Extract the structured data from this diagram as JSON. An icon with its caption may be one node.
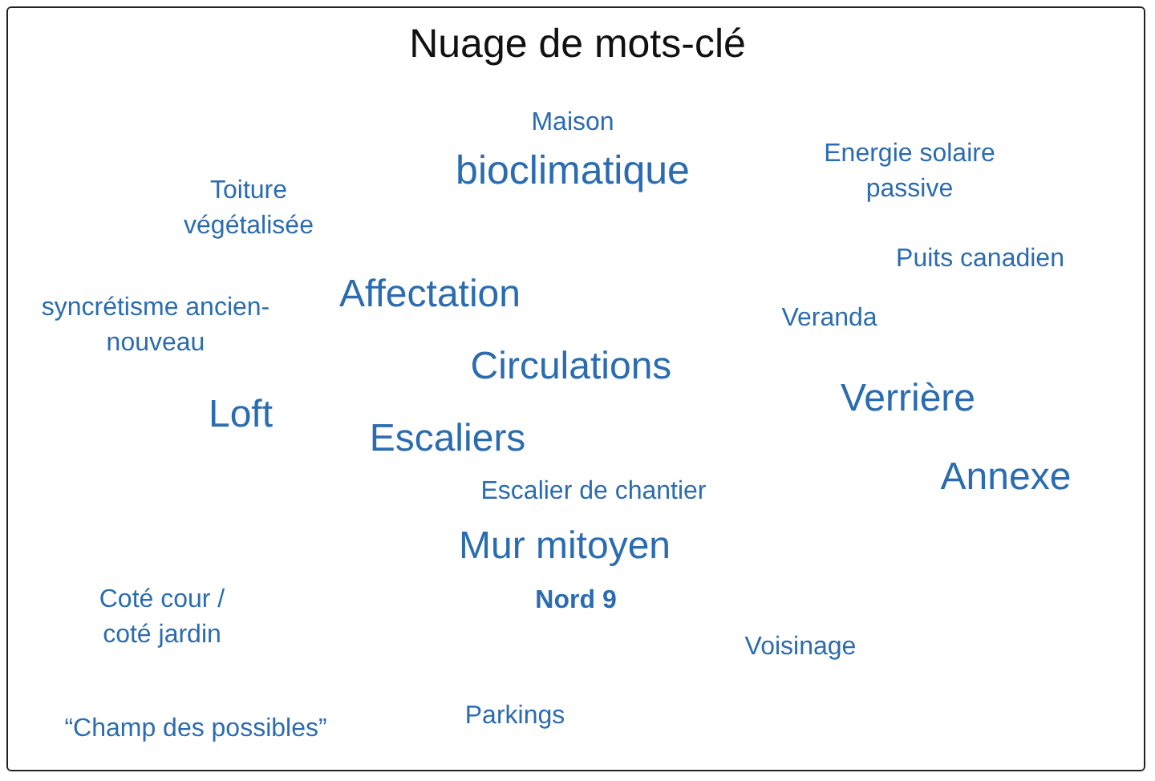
{
  "diagram": {
    "title": "Nuage de mots-clé",
    "labels": [
      "Maison",
      "bioclimatique",
      "Energie solaire passive",
      "Toiture végétalisée",
      "Puits canadien",
      "Affectation",
      "syncrétisme ancien-nouveau",
      "Veranda",
      "Circulations",
      "Verrière",
      "Loft",
      "Escaliers",
      "Annexe",
      "Escalier de chantier",
      "Mur mitoyen",
      "Nord 9",
      "Coté cour / coté jardin",
      "Voisinage",
      "Parkings",
      "“Champ des possibles”"
    ]
  }
}
